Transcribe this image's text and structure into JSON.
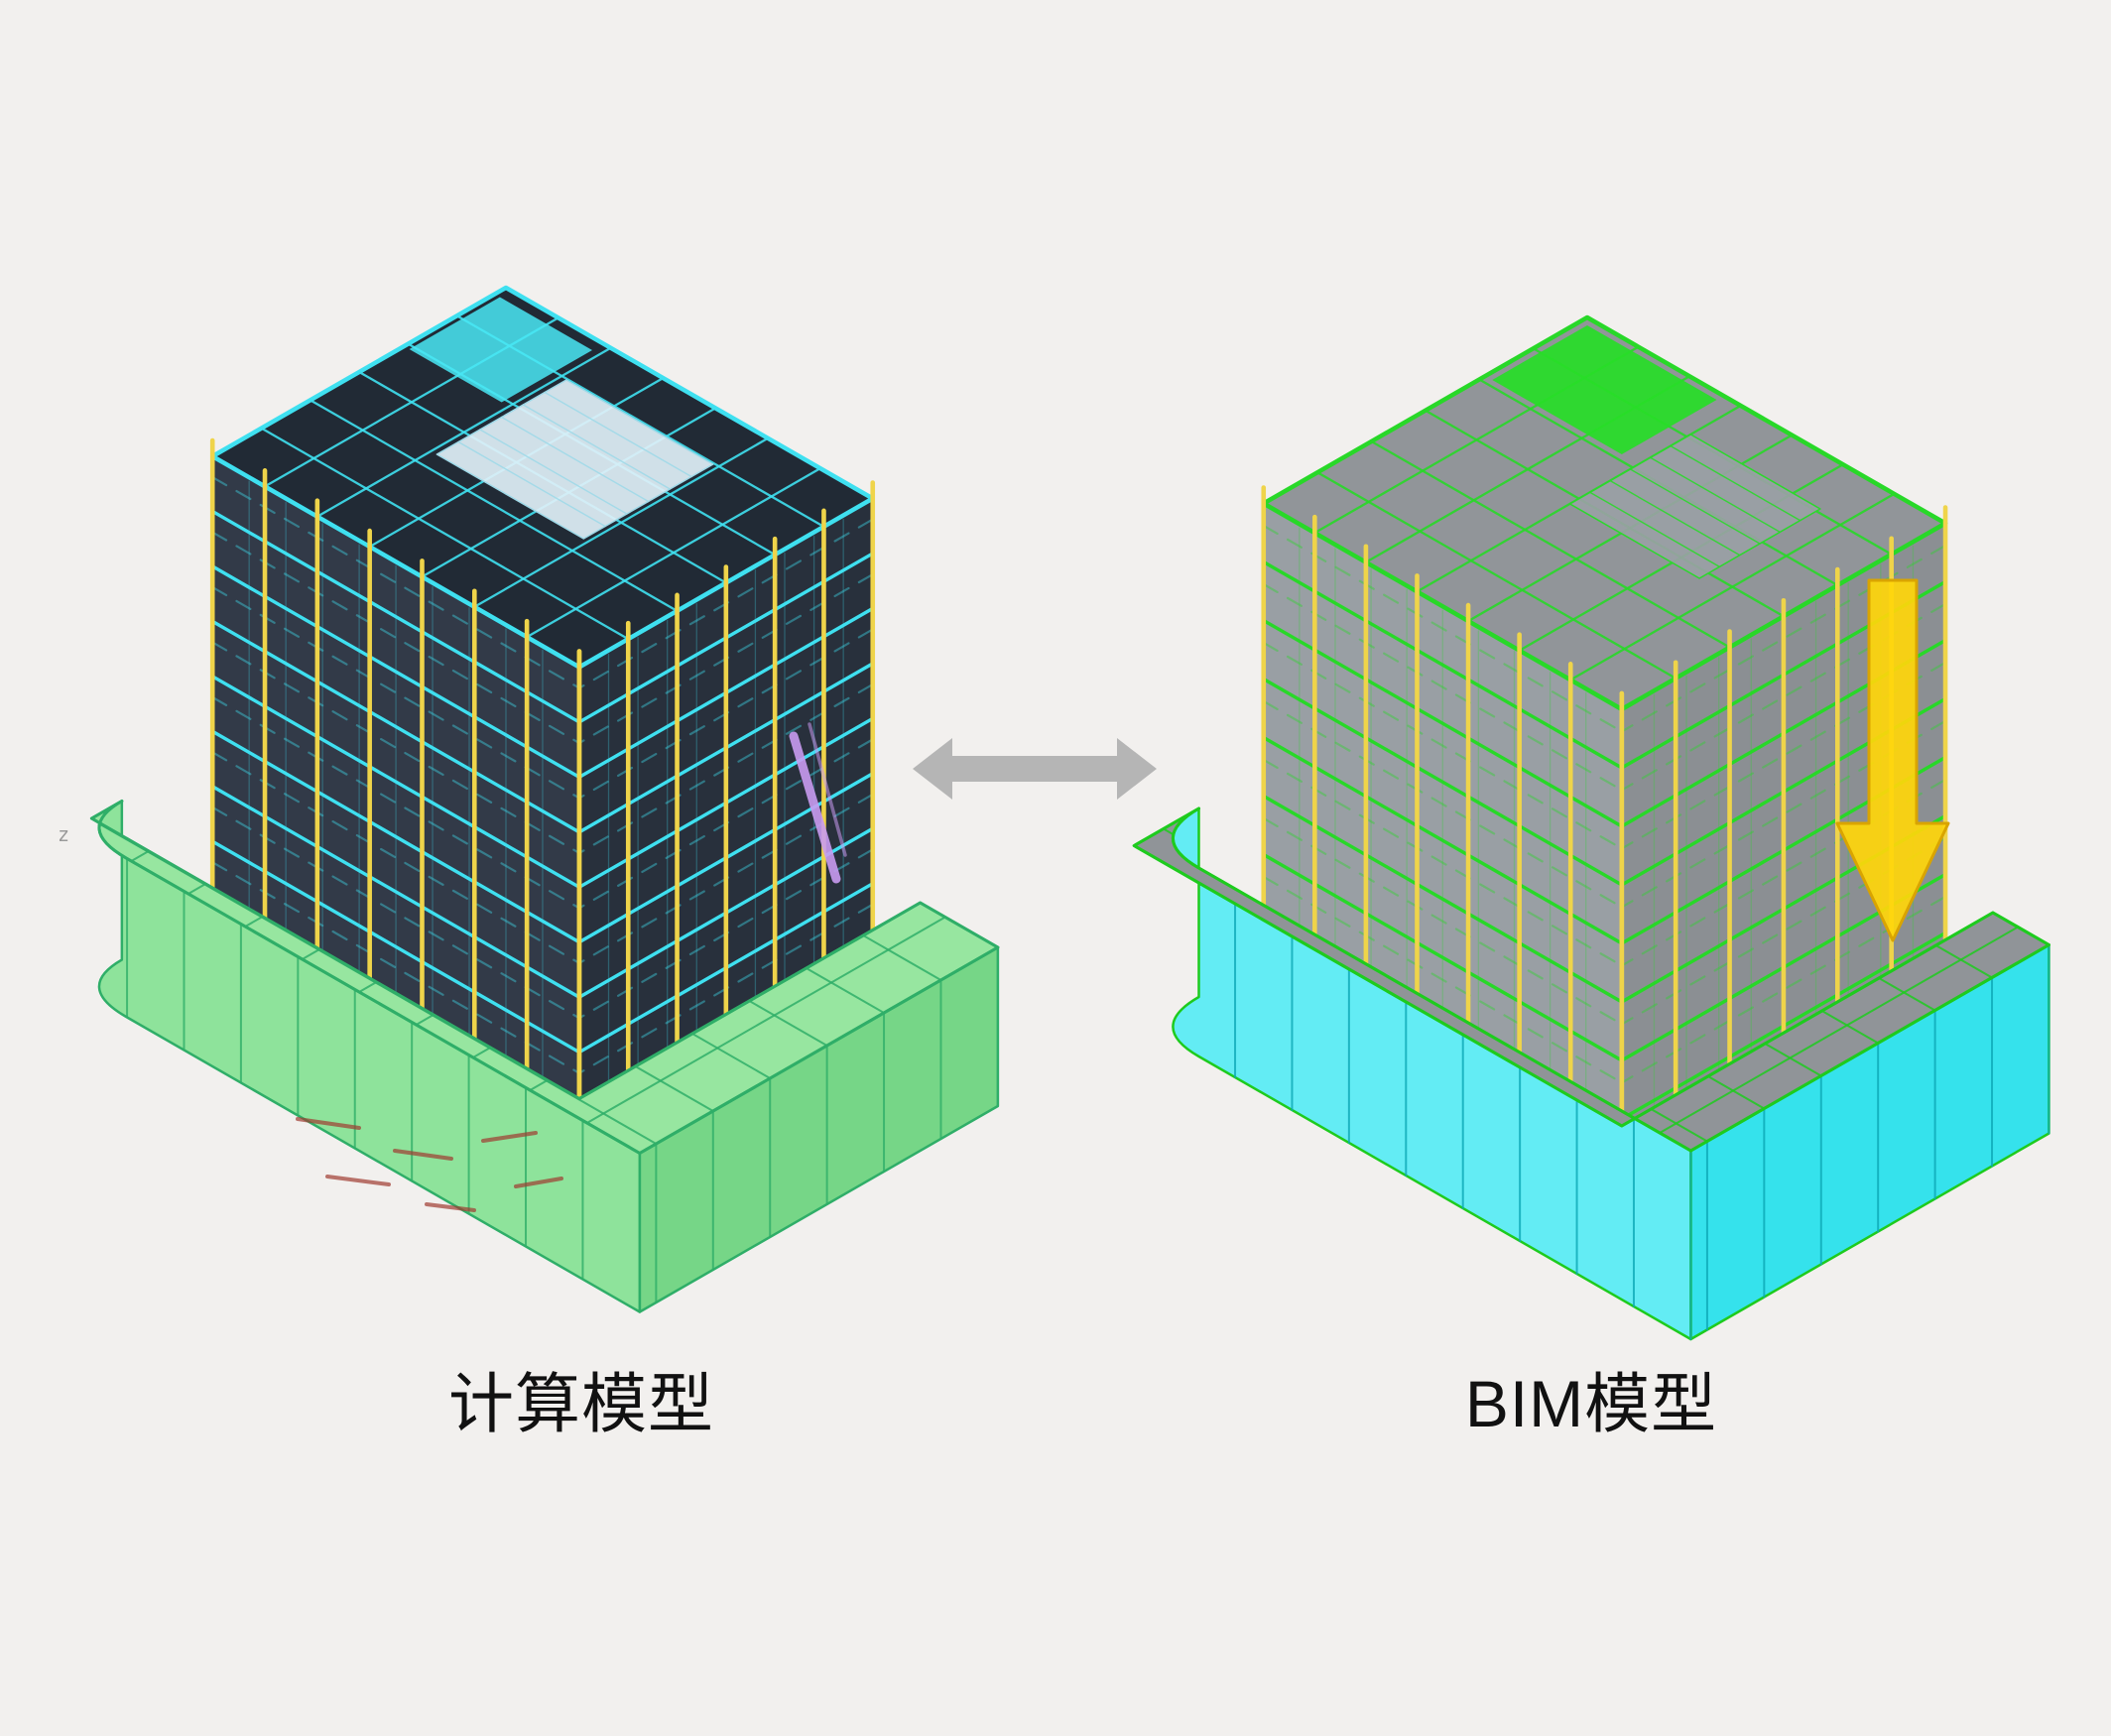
{
  "page": {
    "background": "#f2f0ee"
  },
  "labels": {
    "left_model": "计算模型",
    "right_model": "BIM模型"
  },
  "axis": {
    "z_label": "z"
  },
  "figures": {
    "left": {
      "type": "structural-analysis-model",
      "storeys": 11
    },
    "right": {
      "type": "bim-model",
      "storeys": 10
    }
  },
  "icons": {
    "compare_arrow": "double-headed-arrow-icon",
    "drop_arrow": "down-arrow-icon"
  },
  "colors": {
    "calc_line": "#3fe0f0",
    "calc_column": "#efd44a",
    "calc_slab_dark_right": "#212936",
    "calc_slab_dark_left": "#2b3442",
    "calc_roof": "#1d2631",
    "calc_podium_top": "#97e6a0",
    "calc_podium_wall_right": "#76d687",
    "calc_podium_wall_left": "#8ee39b",
    "calc_podium_line": "#2fae68",
    "calc_accent_purple": "#c89bf0",
    "calc_accent_red": "#a03a30",
    "bim_line": "#28d828",
    "bim_column": "#efd44a",
    "bim_slab_gray_right": "#878b90",
    "bim_slab_gray_left": "#969ca1",
    "bim_roof": "#8f9397",
    "bim_podium_top": "#909498",
    "bim_podium_wall_right": "#35e2ec",
    "bim_podium_wall_left": "#63ecf4",
    "bim_podium_wall_line": "#0da7b5",
    "bim_podium_grid_line": "#1ecb1e",
    "bim_arrow_yellow": "#ffd60a",
    "bim_arrow_edge": "#d9a400",
    "compare_arrow_gray": "#b5b5b5",
    "label_color": "#111111",
    "axis_label_gray": "#9a9a9a"
  }
}
